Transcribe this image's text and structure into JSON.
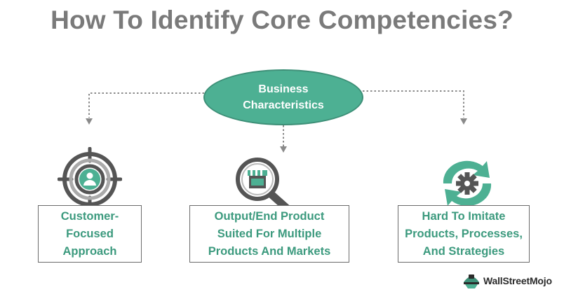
{
  "title": "How To Identify Core Competencies?",
  "center_node": {
    "label": "Business Characteristics"
  },
  "items": [
    {
      "label": "Customer-Focused Approach",
      "icon": "target-user-icon"
    },
    {
      "label": "Output/End Product Suited For Multiple Products And Markets",
      "icon": "magnifier-store-icon"
    },
    {
      "label": "Hard To Imitate Products, Processes, And Strategies",
      "icon": "gear-cycle-icon"
    }
  ],
  "logo": {
    "text": "WallStreetMojo",
    "icon": "wallstreetmojo-logo-icon"
  },
  "colors": {
    "accent": "#4db093",
    "accent_dark": "#3d8f77",
    "box_text": "#3c9a7e",
    "title": "#7a7a7a",
    "icon_dark": "#555555"
  }
}
